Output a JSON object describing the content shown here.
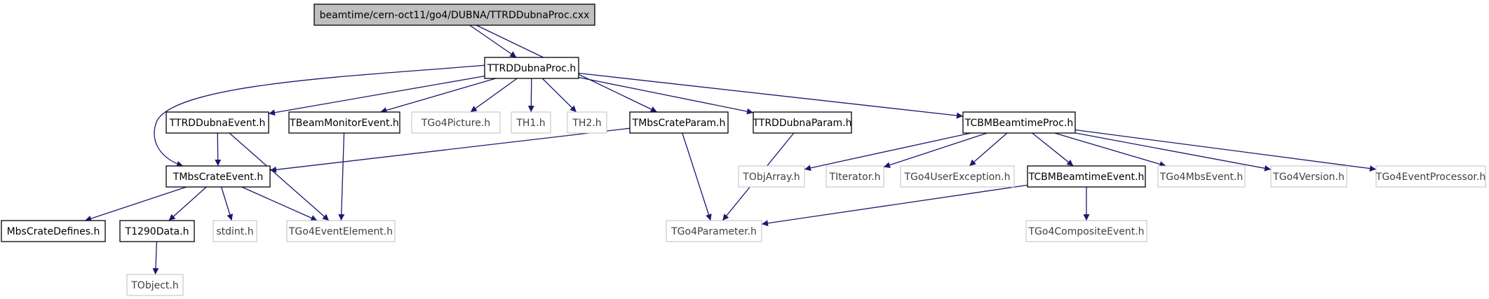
{
  "diagram": {
    "colors": {
      "edge": "#191970",
      "node_border_dark": "#000000",
      "node_border_light": "#bfbfbf",
      "root_fill": "#bfbfbf",
      "text_dark": "#000000",
      "text_light": "#404040"
    },
    "nodes": [
      {
        "id": "root",
        "label": "beamtime/cern-oct11/go4/DUBNA/TTRDDubnaProc.cxx",
        "style": "root"
      },
      {
        "id": "proc_h",
        "label": "TTRDDubnaProc.h",
        "style": "dark"
      },
      {
        "id": "dubna_event",
        "label": "TTRDDubnaEvent.h",
        "style": "dark"
      },
      {
        "id": "beam_monitor",
        "label": "TBeamMonitorEvent.h",
        "style": "dark"
      },
      {
        "id": "go4_picture",
        "label": "TGo4Picture.h",
        "style": "light"
      },
      {
        "id": "th1",
        "label": "TH1.h",
        "style": "light"
      },
      {
        "id": "th2",
        "label": "TH2.h",
        "style": "light"
      },
      {
        "id": "mbs_crate_param",
        "label": "TMbsCrateParam.h",
        "style": "dark"
      },
      {
        "id": "dubna_param",
        "label": "TTRDDubnaParam.h",
        "style": "dark"
      },
      {
        "id": "cbm_proc",
        "label": "TCBMBeamtimeProc.h",
        "style": "dark"
      },
      {
        "id": "mbs_crate_event",
        "label": "TMbsCrateEvent.h",
        "style": "dark"
      },
      {
        "id": "objarray",
        "label": "TObjArray.h",
        "style": "light"
      },
      {
        "id": "titerator",
        "label": "TIterator.h",
        "style": "light"
      },
      {
        "id": "user_exception",
        "label": "TGo4UserException.h",
        "style": "light"
      },
      {
        "id": "cbm_event",
        "label": "TCBMBeamtimeEvent.h",
        "style": "dark"
      },
      {
        "id": "go4_mbs_event",
        "label": "TGo4MbsEvent.h",
        "style": "light"
      },
      {
        "id": "go4_version",
        "label": "TGo4Version.h",
        "style": "light"
      },
      {
        "id": "go4_event_processor",
        "label": "TGo4EventProcessor.h",
        "style": "light"
      },
      {
        "id": "mbs_crate_defines",
        "label": "MbsCrateDefines.h",
        "style": "dark"
      },
      {
        "id": "t1290",
        "label": "T1290Data.h",
        "style": "dark"
      },
      {
        "id": "stdint",
        "label": "stdint.h",
        "style": "light"
      },
      {
        "id": "go4_event_element",
        "label": "TGo4EventElement.h",
        "style": "light"
      },
      {
        "id": "go4_parameter",
        "label": "TGo4Parameter.h",
        "style": "light"
      },
      {
        "id": "go4_composite",
        "label": "TGo4CompositeEvent.h",
        "style": "light"
      },
      {
        "id": "tobject",
        "label": "TObject.h",
        "style": "light"
      }
    ],
    "edges": [
      [
        "root",
        "proc_h"
      ],
      [
        "root",
        "mbs_crate_param"
      ],
      [
        "proc_h",
        "mbs_crate_event"
      ],
      [
        "proc_h",
        "dubna_event"
      ],
      [
        "proc_h",
        "beam_monitor"
      ],
      [
        "proc_h",
        "go4_picture"
      ],
      [
        "proc_h",
        "th1"
      ],
      [
        "proc_h",
        "th2"
      ],
      [
        "proc_h",
        "dubna_param"
      ],
      [
        "proc_h",
        "cbm_proc"
      ],
      [
        "dubna_event",
        "mbs_crate_event"
      ],
      [
        "dubna_event",
        "go4_event_element"
      ],
      [
        "beam_monitor",
        "go4_event_element"
      ],
      [
        "mbs_crate_param",
        "mbs_crate_event"
      ],
      [
        "mbs_crate_param",
        "go4_parameter"
      ],
      [
        "dubna_param",
        "go4_parameter"
      ],
      [
        "cbm_proc",
        "objarray"
      ],
      [
        "cbm_proc",
        "titerator"
      ],
      [
        "cbm_proc",
        "user_exception"
      ],
      [
        "cbm_proc",
        "cbm_event"
      ],
      [
        "cbm_proc",
        "go4_mbs_event"
      ],
      [
        "cbm_proc",
        "go4_version"
      ],
      [
        "cbm_proc",
        "go4_event_processor"
      ],
      [
        "cbm_event",
        "go4_parameter"
      ],
      [
        "cbm_event",
        "go4_composite"
      ],
      [
        "mbs_crate_event",
        "mbs_crate_defines"
      ],
      [
        "mbs_crate_event",
        "t1290"
      ],
      [
        "mbs_crate_event",
        "stdint"
      ],
      [
        "mbs_crate_event",
        "go4_event_element"
      ],
      [
        "t1290",
        "tobject"
      ]
    ]
  }
}
